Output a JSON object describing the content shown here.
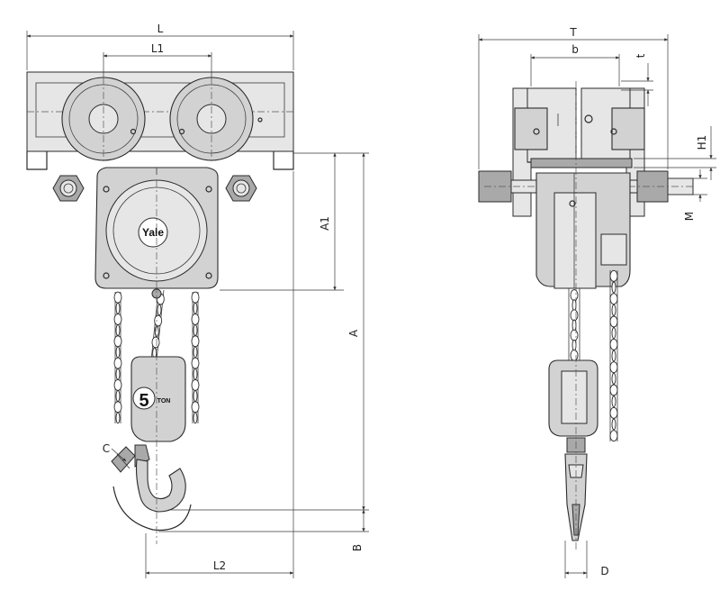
{
  "front_view": {
    "dimensions": {
      "L": "L",
      "L1": "L1",
      "L2": "L2",
      "A": "A",
      "A1": "A1",
      "B": "B",
      "C": "C"
    },
    "brand": "Yale",
    "capacity_number": "5",
    "capacity_unit": "TON"
  },
  "side_view": {
    "dimensions": {
      "T": "T",
      "b": "b",
      "t": "t",
      "H1": "H1",
      "M": "M",
      "D": "D"
    }
  },
  "colors": {
    "body": "#d2d2d2",
    "line": "#2b2b2b"
  }
}
